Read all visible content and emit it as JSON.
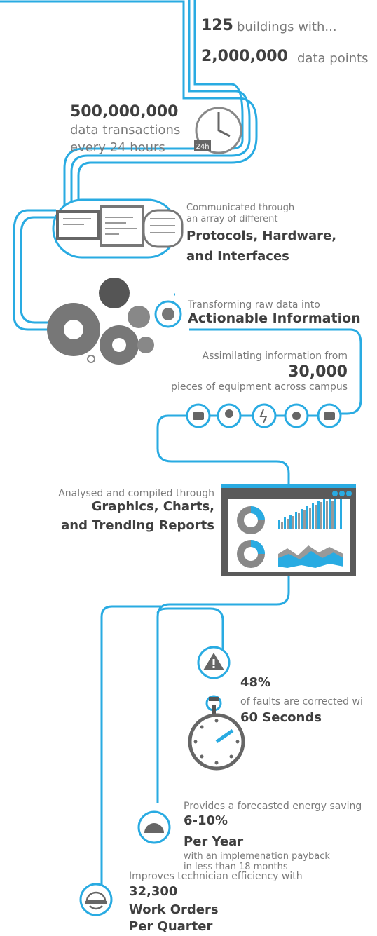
{
  "buildings": {
    "number": "125",
    "text": "buildings with..."
  },
  "datapoints": {
    "number": "2,000,000",
    "text": "data points"
  },
  "transactions": {
    "number": "500,000,000",
    "line1": "data transactions",
    "line2": "every 24 hours",
    "badge": "24h"
  },
  "protocols": {
    "intro1": "Communicated through",
    "intro2": "an array of different",
    "bold1": "Protocols, Hardware,",
    "bold2": "and Interfaces"
  },
  "transform": {
    "intro": "Transforming raw data into",
    "bold": "Actionable Information"
  },
  "equipment": {
    "intro": "Assimilating information from",
    "number": "30,000",
    "outro": "pieces of equipment across campus"
  },
  "analysis": {
    "intro": "Analysed and compiled through",
    "bold1": "Graphics, Charts,",
    "bold2": "and Trending Reports"
  },
  "faults": {
    "percent": "48%",
    "text": "of faults are corrected wi",
    "bold": "60 Seconds"
  },
  "energy": {
    "intro": "Provides a forecasted energy saving",
    "range": "6-10%",
    "bold": "Per Year",
    "note1": "with an implemenation payback",
    "note2": "in less than 18 months"
  },
  "technician": {
    "intro": "Improves technician efficiency with",
    "number": "32,300",
    "bold1": "Work Orders",
    "bold2": "Per Quarter"
  },
  "colors": {
    "line": "#29abe2",
    "dark": "#5a5a5a",
    "gray": "#888888",
    "text": "#555555"
  },
  "icons": [
    "clock-icon",
    "server-icon",
    "gear-icon",
    "camera-icon",
    "lightbulb-icon",
    "bolt-icon",
    "fan-icon",
    "monitor-icon",
    "warning-icon",
    "stopwatch-icon",
    "gauge-icon",
    "helmet-icon"
  ]
}
